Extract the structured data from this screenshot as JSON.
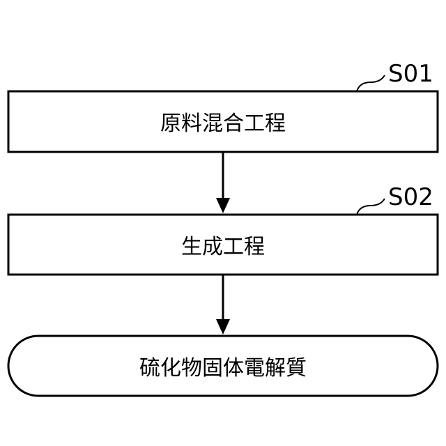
{
  "steps": [
    {
      "label": "S01",
      "text": "原料混合工程"
    },
    {
      "label": "S02",
      "text": "生成工程"
    }
  ],
  "result": {
    "text": "硫化物固体電解質"
  }
}
